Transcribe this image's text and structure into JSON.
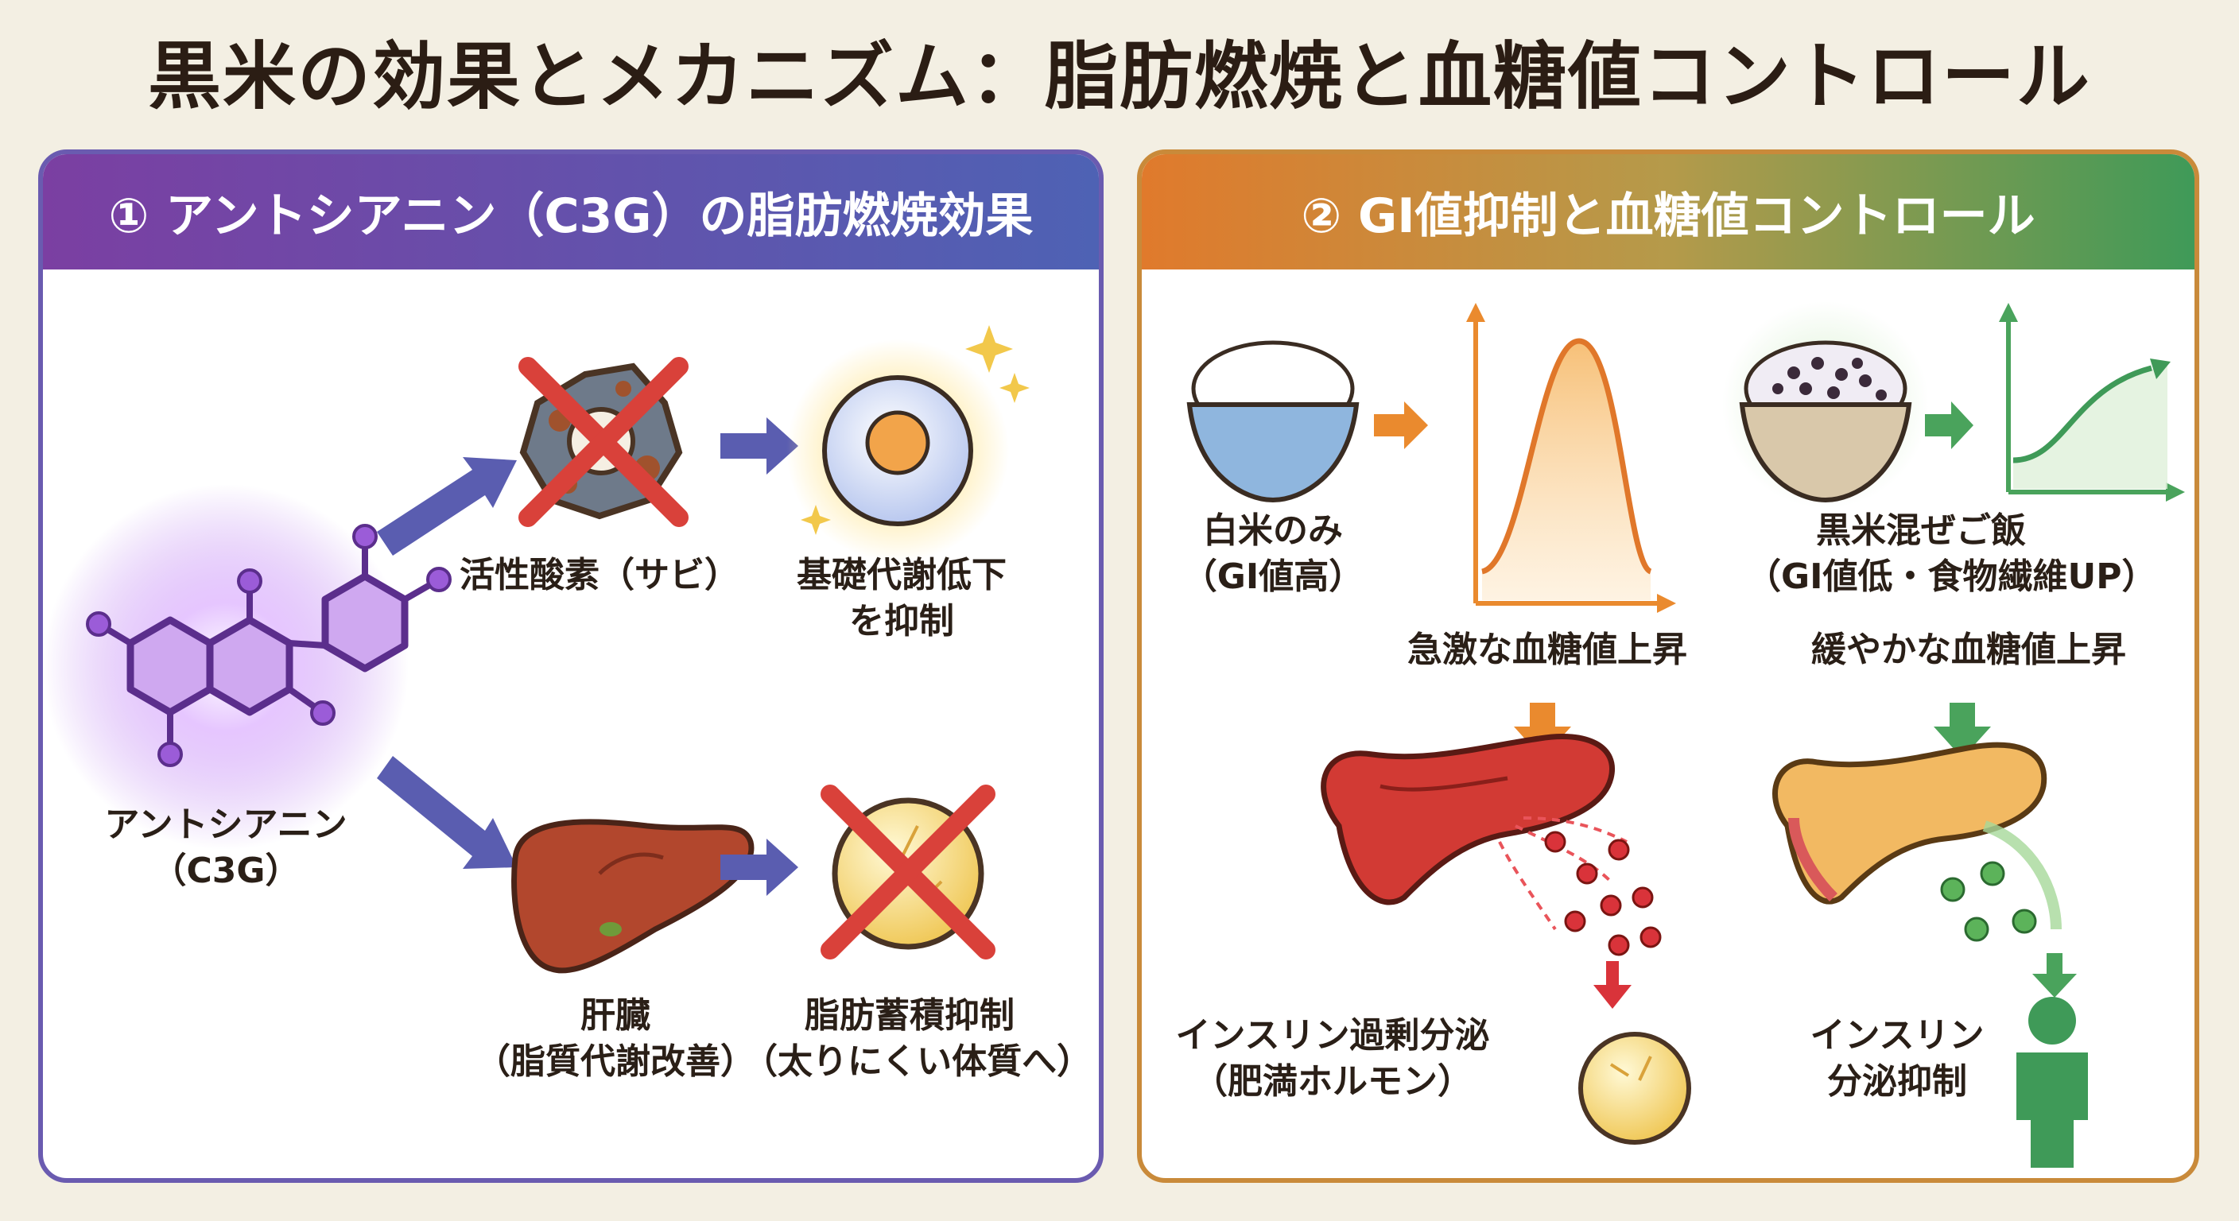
{
  "title": "黒米の効果とメカニズム：脂肪燃焼と血糖値コントロール",
  "left_panel": {
    "header": "① アントシアニン（C3G）の脂肪燃焼効果",
    "anthocyanin": [
      "アントシアニン",
      "（C3G）"
    ],
    "ros": "活性酸素（サビ）",
    "basal": [
      "基礎代謝低下",
      "を抑制"
    ],
    "liver": [
      "肝臓",
      "（脂質代謝改善）"
    ],
    "fat": [
      "脂肪蓄積抑制",
      "（太りにくい体質へ）"
    ]
  },
  "right_panel": {
    "header": "② GI値抑制と血糖値コントロール",
    "white_rice": [
      "白米のみ",
      "（GI値高）"
    ],
    "black_rice": [
      "黒米混ぜご飯",
      "（GI値低・食物繊維UP）"
    ],
    "sharp_rise": "急激な血糖値上昇",
    "gentle_rise": "緩やかな血糖値上昇",
    "insulin_excess": [
      "インスリン過剰分泌",
      "（肥満ホルモン）"
    ],
    "insulin_suppress": [
      "インスリン",
      "分泌抑制"
    ]
  },
  "colors": {
    "left_border": "#6a5bb0",
    "right_border": "#c98a3a",
    "purple": "#7b3fa2",
    "orange": "#e07a2c",
    "green": "#3f9a58",
    "red_x": "#d9413a"
  }
}
